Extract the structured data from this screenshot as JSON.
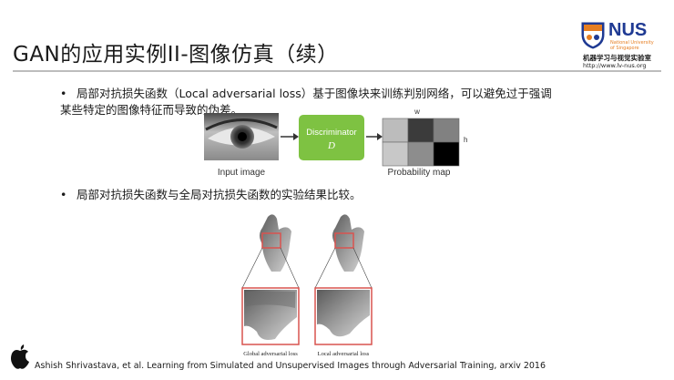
{
  "slide": {
    "title": "GAN的应用实例II-图像仿真（续）",
    "bullet1": "局部对抗损失函数（Local adversarial loss）基于图像块来训练判别网络，可以避免过于强调某些特定的图像特征而导致的伪差。",
    "bullet2": "局部对抗损失函数与全局对抗损失函数的实验结果比较。",
    "citation": "Ashish Shrivastava, et al. Learning from Simulated and Unsupervised Images through Adversarial Training, arxiv 2016"
  },
  "logo": {
    "name": "NUS",
    "subtitle_line1": "National University",
    "subtitle_line2": "of Singapore",
    "lab_name": "机器学习与视觉实验室",
    "lab_url": "http://www.lv-nus.org"
  },
  "diagram": {
    "input_label": "Input image",
    "discriminator_label": "Discriminator",
    "discriminator_symbol": "D",
    "output_label": "Probability map",
    "w_label": "w",
    "h_label": "h",
    "discriminator_color": "#7ec242",
    "prob_map_cells": [
      0.2,
      0.75,
      0.45,
      0.15,
      0.4,
      1.0
    ]
  },
  "results": {
    "left_label": "Global adversarial loss",
    "right_label": "Local adversarial loss",
    "highlight_color": "#d9534f"
  },
  "icons": [
    "apple-icon",
    "nus-crest-icon",
    "bullet-icon"
  ]
}
